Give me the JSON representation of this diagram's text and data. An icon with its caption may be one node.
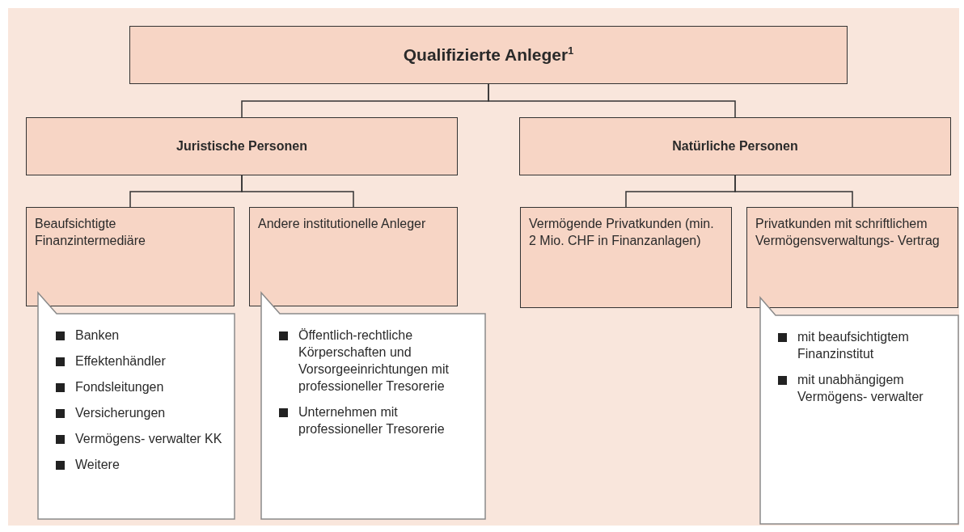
{
  "diagram": {
    "nodes": [
      {
        "text": [
          "Qualifizierte Anleger$^{1}$"
        ]
      },
      {
        "text": [
          "Juristische Personen"
        ]
      },
      {
        "text": [
          "Natürliche Personen"
        ]
      },
      {
        "text": [
          "Beaufsichtigte Finanzintermediäre"
        ]
      },
      {
        "text": [
          "Andere institutionelle Anleger"
        ]
      },
      {
        "text": [
          "Vermögende Privatkunden (min. 2 Mio. CHF in Finanzanlagen)"
        ]
      },
      {
        "text": [
          "Privatkunden mit schriftlichem Vermögensverwaltungs- Vertrag"
        ]
      },
      {
        "text": [
          "Banken",
          "Effektenhändler",
          "Fondsleitungen",
          "Versicherungen",
          "Vermögens- verwalter KK",
          "Weitere"
        ]
      },
      {
        "text": [
          "Öffentlich-rechtliche Körperschaften und Vorsorgeeinrichtungen mit professioneller Tresorerie",
          "Unternehmen mit professioneller Tresorerie"
        ]
      },
      {
        "text": [
          "mit beaufsichtigtem Finanzinstitut",
          "mit unabhängigem Vermögens- verwalter"
        ]
      }
    ],
    "edges": [
      {
        "from": 0,
        "to": 1,
        "arrow": "none"
      },
      {
        "from": 0,
        "to": 2,
        "arrow": "none"
      },
      {
        "from": 1,
        "to": 3,
        "arrow": "none"
      },
      {
        "from": 1,
        "to": 4,
        "arrow": "none"
      },
      {
        "from": 2,
        "to": 5,
        "arrow": "none"
      },
      {
        "from": 2,
        "to": 6,
        "arrow": "none"
      }
    ]
  }
}
